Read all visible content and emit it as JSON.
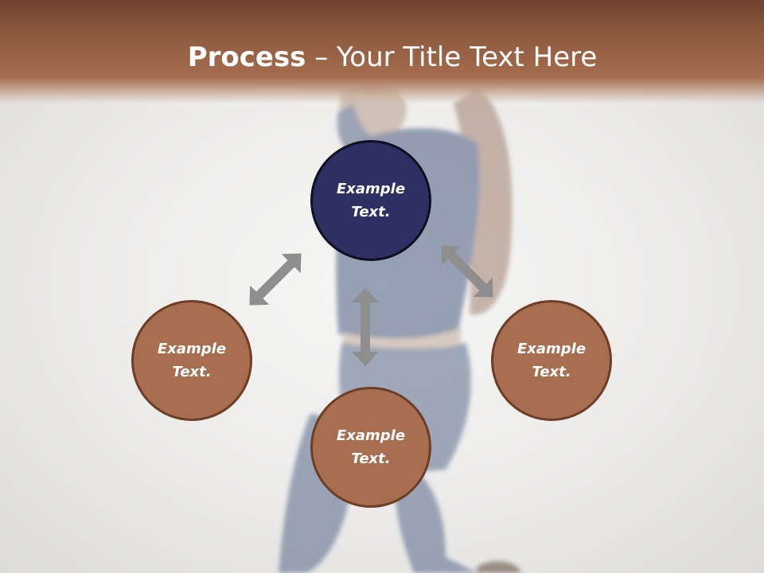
{
  "title": {
    "bold": "Process",
    "rest": " – Your Title Text Here"
  },
  "nodes": {
    "top": "Example Text.",
    "left": "Example Text.",
    "right": "Example Text.",
    "bottom": "Example Text."
  },
  "colors": {
    "header": "#9a6242",
    "node_primary": "#2e2f62",
    "node_secondary": "#a86e50",
    "node_secondary_border": "#6d3d25",
    "arrow": "#8e8e8e"
  },
  "icons": [
    "double-arrow-icon"
  ]
}
